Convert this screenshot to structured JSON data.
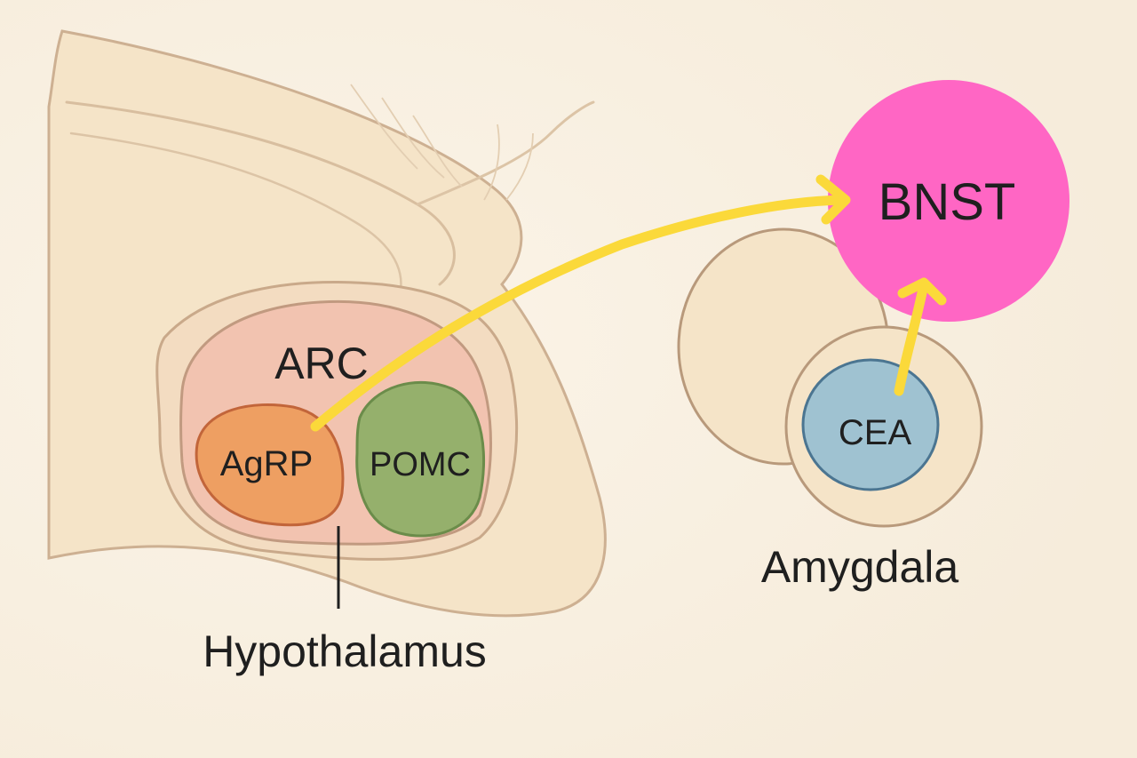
{
  "labels": {
    "arc": "ARC",
    "agrp": "AgRP",
    "pomc": "POMC",
    "bnst": "BNST",
    "cea": "CEA",
    "hypothalamus": "Hypothalamus",
    "amygdala": "Amygdala"
  },
  "colors": {
    "background": "#f8f1e4",
    "tissue": "#f5e4c8",
    "outline": "#c9a98a",
    "arc": "#f2c3b0",
    "agrp": "#ee9f62",
    "pomc": "#95b06c",
    "bnst": "#ff66c4",
    "cea": "#9fc2d1",
    "projection": "#fbd93a"
  }
}
